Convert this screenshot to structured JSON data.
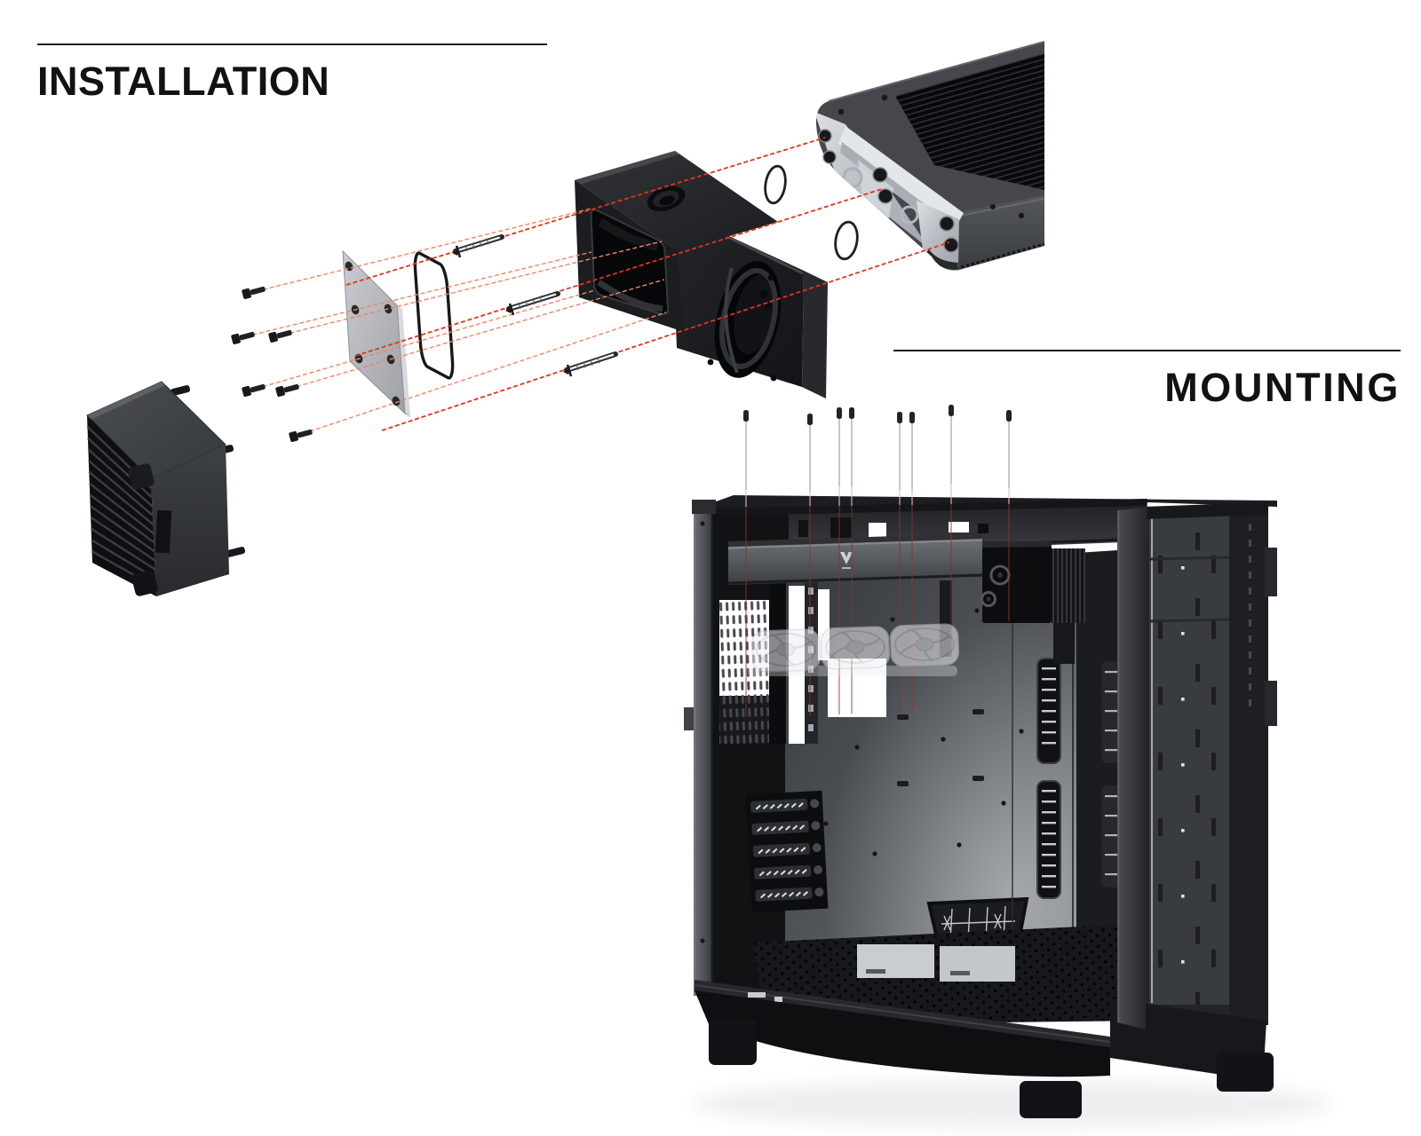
{
  "page": {
    "background_color": "#ffffff",
    "heading_color": "#111213",
    "rule_color": "#1a1a1a",
    "leader_line_red": "#e23419",
    "leader_line_orange": "#ef8663",
    "guide_line_red": "#a33229"
  },
  "sections": {
    "installation": {
      "title": "INSTALLATION"
    },
    "mounting": {
      "title": "MOUNTING"
    }
  },
  "diagram": {
    "installation_parts": [
      "pump-motor",
      "mounting-screws",
      "backplate",
      "gasket",
      "long-screws",
      "pump-housing",
      "o-rings",
      "radiator"
    ],
    "mounting_parts": [
      "fan-screws",
      "pc-case",
      "mounting-bracket",
      "pump-reservoir-unit",
      "ghost-fans"
    ]
  }
}
